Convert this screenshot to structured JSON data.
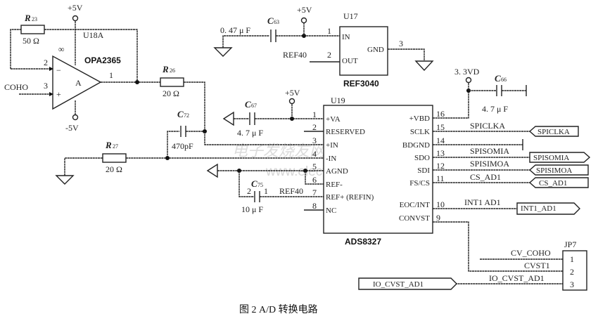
{
  "caption": "图 2   A/D 转换电路",
  "watermark": {
    "cn": "电子发烧友网",
    "url": "www.elecfans.com"
  },
  "opamp": {
    "ref": "U18A",
    "part": "OPA2365",
    "symbol": "A",
    "inf": "∞",
    "vpos": "+5V",
    "vneg": "-5V",
    "pin_inv": "2",
    "pin_noninv": "3",
    "pin_out": "1",
    "minus": "−",
    "plus": "+",
    "input_label": "COHO"
  },
  "r23": {
    "ref": "R",
    "sub": "23",
    "value": "50 Ω"
  },
  "r26": {
    "ref": "R",
    "sub": "26",
    "value": "20 Ω"
  },
  "r27": {
    "ref": "R",
    "sub": "27",
    "value": "20 Ω"
  },
  "c72": {
    "ref": "C",
    "sub": "72",
    "value": "470pF"
  },
  "c63": {
    "ref": "C",
    "sub": "63",
    "value": "0. 47 μ F"
  },
  "c67": {
    "ref": "C",
    "sub": "67",
    "value": "4. 7 μ F"
  },
  "c66": {
    "ref": "C",
    "sub": "66",
    "value": "4. 7 μ F"
  },
  "c75": {
    "ref": "C",
    "sub": "75",
    "value": "10 μ F",
    "pin2": "2",
    "pin1": "1"
  },
  "u17": {
    "ref": "U17",
    "part": "REF3040",
    "vcc": "+5V",
    "pins": [
      {
        "num": "1",
        "name": "IN"
      },
      {
        "num": "2",
        "name": "OUT",
        "net": "REF40"
      },
      {
        "num": "3",
        "name": "GND"
      }
    ]
  },
  "u19": {
    "ref": "U19",
    "part": "ADS8327",
    "vcc": "+5V",
    "vbd": "3. 3VD",
    "left_pins": [
      {
        "num": "1",
        "name": "+VA"
      },
      {
        "num": "2",
        "name": "RESERVED"
      },
      {
        "num": "3",
        "name": "+IN"
      },
      {
        "num": "4",
        "name": "-IN"
      },
      {
        "num": "5",
        "name": "AGND"
      },
      {
        "num": "6",
        "name": "REF-"
      },
      {
        "num": "7",
        "name": "REF+ (REFIN)",
        "net": "REF40"
      },
      {
        "num": "8",
        "name": "NC"
      }
    ],
    "right_pins": [
      {
        "num": "16",
        "name": "+VBD"
      },
      {
        "num": "15",
        "name": "SCLK",
        "net": "SPICLKA"
      },
      {
        "num": "14",
        "name": "BDGND"
      },
      {
        "num": "13",
        "name": "SDO",
        "net": "SPISOMIA"
      },
      {
        "num": "12",
        "name": "SDI",
        "net": "SPISIMOA"
      },
      {
        "num": "11",
        "name": "FS/CS",
        "net": "CS_AD1"
      },
      {
        "num": "10",
        "name": "EOC/INT",
        "net": "INT1 AD1"
      },
      {
        "num": "9",
        "name": "CONVST"
      }
    ]
  },
  "ports": {
    "spiclka": "SPICLKA",
    "spisomia": "SPISOMIA",
    "spisimoa": "SPISIMOA",
    "cs_ad1": "CS_AD1",
    "int1_ad1": "INT1_AD1",
    "io_cvst_ad1": "IO_CVST_AD1"
  },
  "jp7": {
    "ref": "JP7",
    "pins": [
      {
        "num": "1",
        "net": "CV_COHO"
      },
      {
        "num": "2",
        "net": "CVST1"
      },
      {
        "num": "3",
        "net": "IO_CVST_AD1"
      }
    ]
  }
}
